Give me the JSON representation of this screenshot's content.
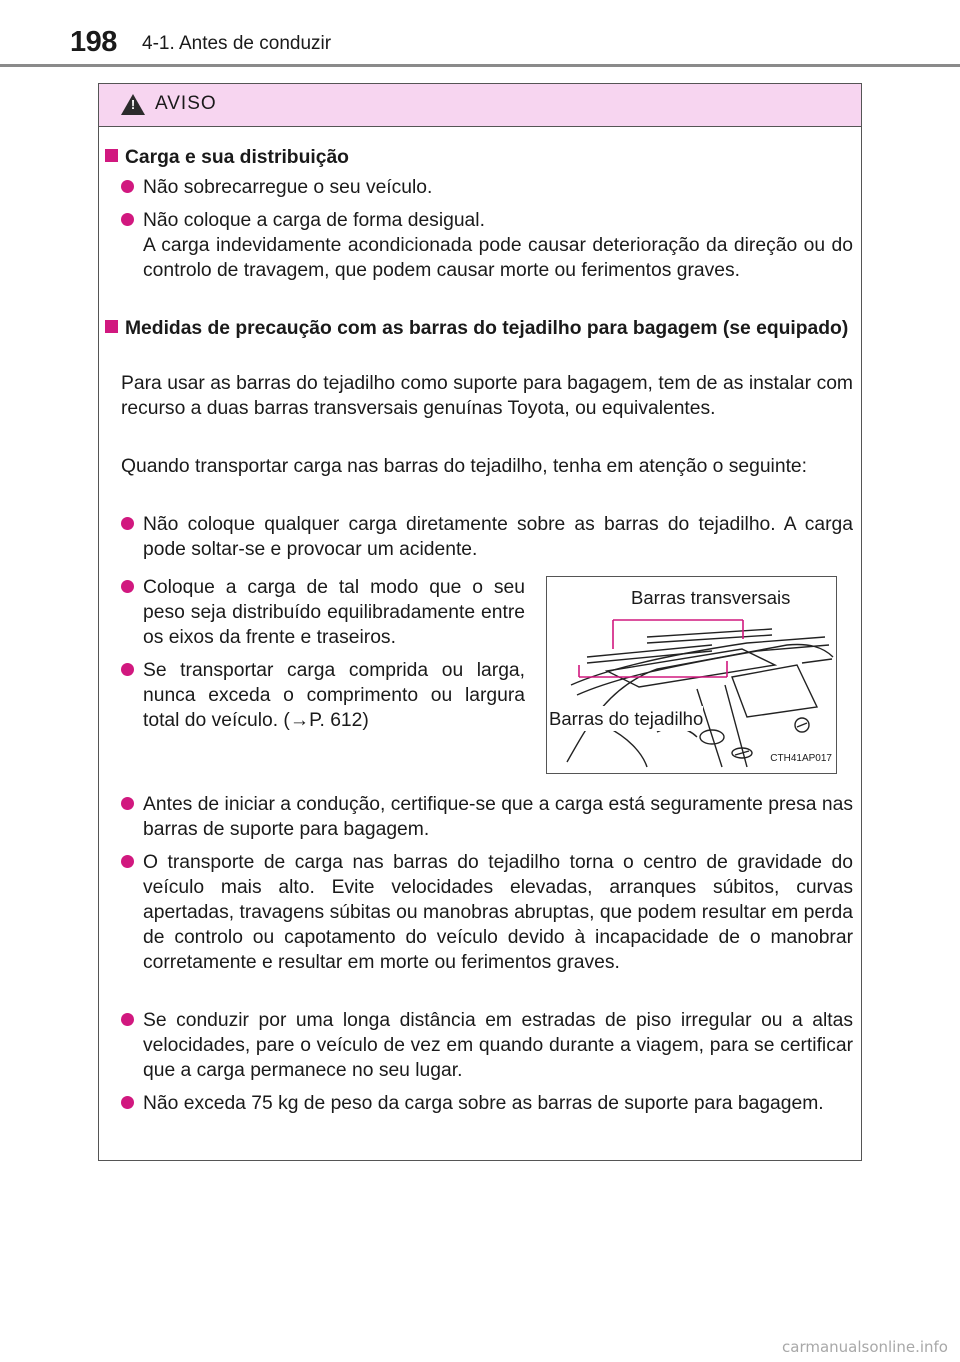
{
  "header": {
    "page_number": "198",
    "section": "4-1. Antes de conduzir"
  },
  "warning": {
    "title": "AVISO",
    "sections": [
      {
        "heading": "Carga e sua distribuição",
        "bullets": [
          "Não sobrecarregue o seu veículo.",
          "Não coloque a carga de forma desigual."
        ],
        "bullet2_detail": "A carga indevidamente acondicionada pode causar deterioração da direção ou do controlo de travagem, que podem causar morte ou ferimen­tos graves."
      },
      {
        "heading": "Medidas de precaução com as barras do tejadilho para bagagem (se equipado)",
        "para1": "Para usar as barras do tejadilho como suporte para bagagem, tem de as instalar com recurso a duas barras transversais genuínas Toyota, ou equi­valentes.",
        "para2": "Quando transportar carga nas barras do tejadilho, tenha em atenção o seguinte:",
        "bullets": [
          "Não coloque qualquer carga diretamente sobre as barras do tejadilho. A carga pode soltar-se e provocar um acidente.",
          "Coloque a carga de tal modo que o seu peso seja distribuído equilibradamente entre os eixos da frente e traseiros.",
          "Se transportar carga comprida ou larga, nunca exceda o comprimento ou lar­gura total do veículo. (→P. 612)",
          "Antes de iniciar a condução, certifique-se que a carga está seguramente presa nas barras de suporte para bagagem.",
          "O transporte de carga nas barras do tejadilho torna o centro de gravidade do veículo mais alto. Evite velocidades elevadas, arranques súbitos, cur­vas apertadas, travagens súbitas ou manobras abruptas, que podem resultar em perda de controlo ou capotamento do veículo devido à incapa­cidade de o manobrar corretamente e resultar em morte ou ferimentos graves.",
          "Se conduzir por uma longa distância em estradas de piso irregular ou a altas velocidades, pare o veículo de vez em quando durante a viagem, para se certificar que a carga permanece no seu lugar.",
          "Não exceda 75 kg de peso da carga sobre as barras de suporte para bagagem."
        ]
      }
    ]
  },
  "figure": {
    "label_top": "Barras transversais",
    "label_bottom": "Barras do tejadilho",
    "code": "CTH41AP017",
    "accent_color": "#d1187f"
  },
  "watermark": "carmanualsonline.info"
}
